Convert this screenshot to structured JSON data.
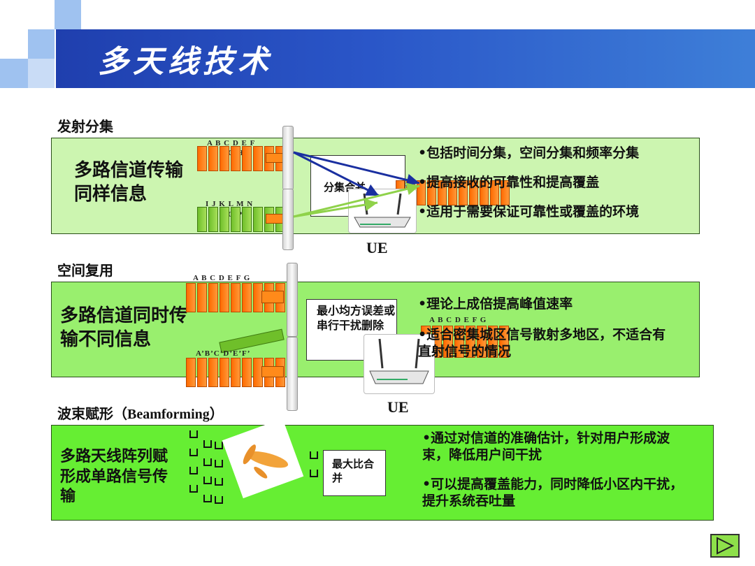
{
  "header": {
    "title": "多天线技术"
  },
  "sections": {
    "tx_diversity": {
      "label": "发射分集",
      "main_text": "多路信道传输同样信息",
      "letters_top": "A B C D E F",
      "letters_top2": "G H",
      "letters_bottom": "I J K L M N",
      "letters_bottom2": "O P",
      "box_label": "分集合并",
      "bullets": [
        "•包括时间分集，空间分集和频率分集",
        "•提高接收的可靠性和提高覆盖",
        "•适用于需要保证可靠性或覆盖的环境"
      ],
      "ue_label": "UE"
    },
    "spatial_mux": {
      "label": "空间复用",
      "main_text": "多路信道同时传输不同信息",
      "letters_top": "A B C D E F G",
      "letters_bottom": "A’B’C’D’E’F’",
      "letters_right": "A B C D E F G",
      "box_label": "最小均方误差或串行干扰删除",
      "bullets": [
        "•理论上成倍提高峰值速率",
        "•适合密集城区信号散射多地区，不适合有直射信号的情况"
      ],
      "ue_label": "UE"
    },
    "beamforming": {
      "label_cn": "波束赋形（",
      "label_en": "Beamforming",
      "label_end": "）",
      "main_text": "多路天线阵列赋形成单路信号传输",
      "box_label": "最大比合并",
      "bullets": [
        "•通过对信道的准确估计，针对用户形成波束，降低用户间干扰",
        "•可以提高覆盖能力，同时降低小区内干扰，提升系统吞吐量"
      ]
    }
  },
  "colors": {
    "header": "#2a56c8",
    "panel1": "#ccf5b0",
    "panel2": "#99ef6e",
    "panel3": "#66ee33",
    "arrow_blue": "#1a2fa0",
    "arrow_green": "#8fd24a"
  },
  "nav": {
    "next_icon": "play-triangle-icon"
  }
}
